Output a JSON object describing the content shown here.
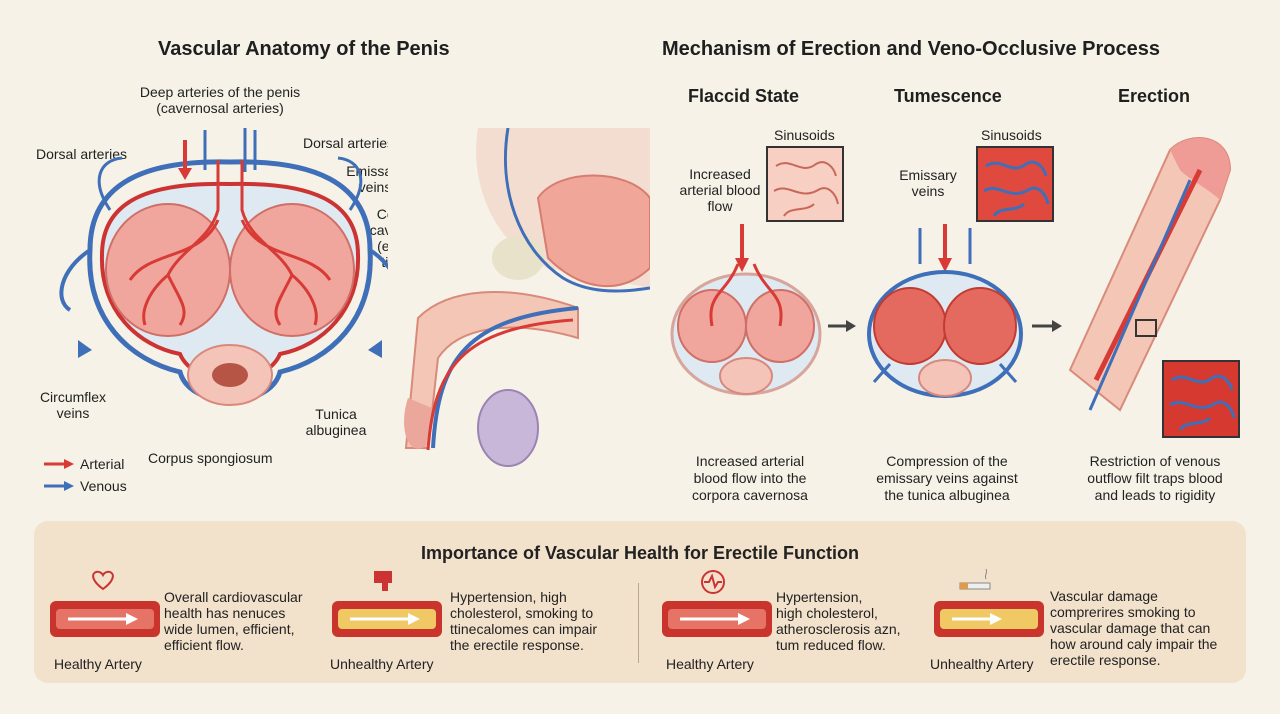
{
  "left": {
    "title": "Vascular Anatomy of the Penis",
    "labels": {
      "deep_arteries": "Deep arteries of the penis",
      "deep_arteries_sub": "(cavernosal arteries)",
      "dorsal_arteries_left": "Dorsal arteries",
      "dorsal_arteries_right": "Dorsal arteries",
      "emissary_veins_1": "Emissary",
      "emissary_veins_2": "veins",
      "corpora_1": "Corpora",
      "corpora_2": "cavernosa",
      "corpora_3": "(erectile",
      "corpora_4": "tissue)",
      "circumflex_1": "Circumflex",
      "circumflex_2": "veins",
      "tunica_1": "Tunica",
      "tunica_2": "albuginea",
      "spongiosum": "Corpus spongiosum"
    },
    "legend": {
      "arterial": "Arterial",
      "venous": "Venous"
    }
  },
  "right": {
    "title": "Mechanism of Erection and Veno-Occlusive Process",
    "stages": [
      {
        "title": "Flaccid State",
        "caption_1": "Increased arterial",
        "caption_2": "blood flow into the",
        "caption_3": "corpora cavernosa"
      },
      {
        "title": "Tumescence",
        "caption_1": "Compression of the",
        "caption_2": "emissary veins against",
        "caption_3": "the tunica albuginea"
      },
      {
        "title": "Erection",
        "caption_1": "Restriction of venous",
        "caption_2": "outflow filt traps blood",
        "caption_3": "and leads to rigidity"
      }
    ],
    "labels": {
      "sinusoids_1": "Sinusoids",
      "sinusoids_2": "Sinusoids",
      "increased_1": "Increased",
      "increased_2": "arterial blood",
      "increased_3": "flow",
      "emissary_1": "Emissary",
      "emissary_2": "veins"
    }
  },
  "panel": {
    "title": "Importance of Vascular Health for Erectile Function",
    "items": [
      {
        "label": "Healthy Artery",
        "text_1": "Overall cardiovascular",
        "text_2": "health has nenuces",
        "text_3": "wide lumen, efficient,",
        "text_4": "efficient flow."
      },
      {
        "label": "Unhealthy Artery",
        "text_1": "Hypertension, high",
        "text_2": "cholesterol, smoking to",
        "text_3": "ttinecalomes can impair",
        "text_4": "the erectile response."
      },
      {
        "label": "Healthy Artery",
        "text_1": "Hypertension,",
        "text_2": "high cholesterol,",
        "text_3": "atherosclerosis azn,",
        "text_4": "tum reduced flow."
      },
      {
        "label": "Unhealthy Artery",
        "text_1": "Vascular damage",
        "text_2": "comprerires smoking to",
        "text_3": "vascular damage that can",
        "text_4": "how around caly impair the",
        "text_5": "erectile response."
      }
    ]
  },
  "colors": {
    "background": "#f6f2e7",
    "arterial": "#d83a36",
    "venous": "#3f6fb8",
    "tissue": "#ee9c95",
    "panel": "#f2e1cb"
  }
}
